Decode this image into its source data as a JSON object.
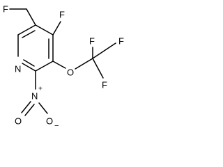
{
  "molecule": {
    "atoms": {
      "f_fluoromethyl": "F",
      "f_ring": "F",
      "n_ring": "N",
      "o_ether": "O",
      "f_cf3_top": "F",
      "f_cf3_right": "F",
      "f_cf3_bottom": "F",
      "n_nitro": "N",
      "nitro_n_charge": "+",
      "o_nitro_left": "O",
      "o_nitro_right": "O",
      "o_nitro_charge": "−"
    }
  }
}
